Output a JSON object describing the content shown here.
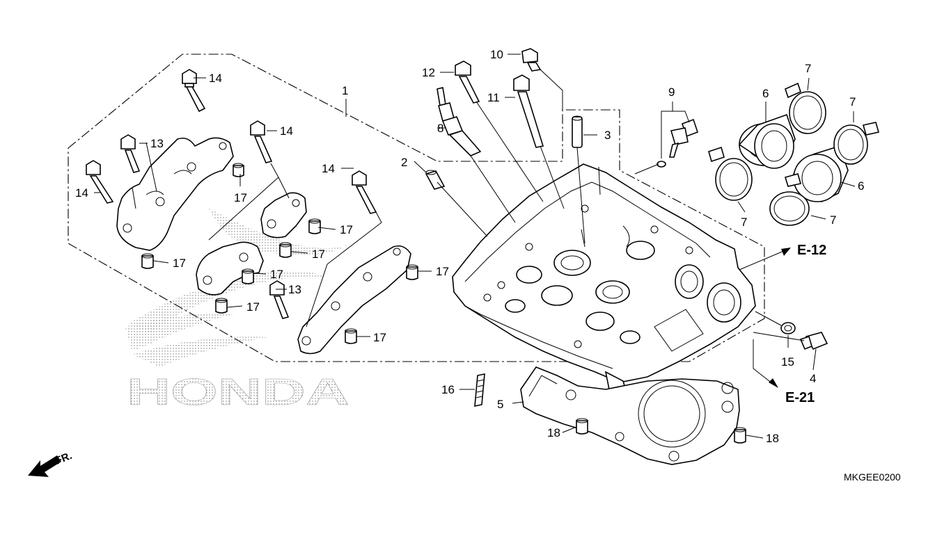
{
  "diagram": {
    "drawing_code": "MKGEE0200",
    "direction_label": "FR.",
    "brand_watermark": "HONDA",
    "references": [
      "E-12",
      "E-21"
    ],
    "callouts": {
      "c1": "1",
      "c2": "2",
      "c3": "3",
      "c4": "4",
      "c5": "5",
      "c6a": "6",
      "c6b": "6",
      "c7a": "7",
      "c7b": "7",
      "c7c": "7",
      "c7d": "7",
      "c8": "8",
      "c9": "9",
      "c10": "10",
      "c11": "11",
      "c12": "12",
      "c13a": "13",
      "c13b": "13",
      "c14a": "14",
      "c14b": "14",
      "c14c": "14",
      "c14d": "14",
      "c15": "15",
      "c16": "16",
      "c17a": "17",
      "c17b": "17",
      "c17c": "17",
      "c17d": "17",
      "c17e": "17",
      "c17f": "17",
      "c17g": "17",
      "c17h": "17",
      "c18a": "18",
      "c18b": "18"
    }
  }
}
